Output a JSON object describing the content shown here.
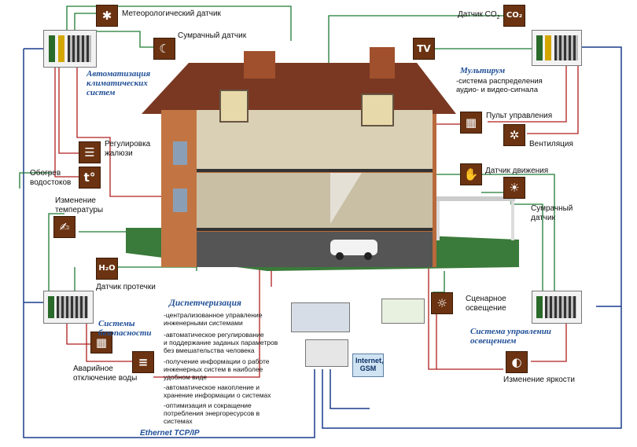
{
  "labels": {
    "meteo": "Метеорологический датчик",
    "twilight_top": "Сумрачный датчик",
    "co2": "Датчик CO",
    "co2_sub": "2",
    "climate_title": [
      "Автоматизация",
      "климатических",
      "систем"
    ],
    "multiroom_title": "Мультирум",
    "multiroom_desc": [
      "-система распределения",
      "аудио- и видео-сигнала"
    ],
    "remote": "Пульт управления",
    "ventilation": "Вентиляция",
    "blinds": [
      "Регулировка",
      "жалюзи"
    ],
    "gutter_heat": [
      "Обогрев",
      "водостоков"
    ],
    "temp_change": [
      "Изменение",
      "температуры"
    ],
    "motion": "Датчик движения",
    "twilight_right": [
      "Сумрачный",
      "датчик"
    ],
    "leak": "Датчик протечки",
    "security_title": [
      "Системы",
      "безопасности"
    ],
    "emergency_water": [
      "Аварийное",
      "отключение воды"
    ],
    "dispatch_title": "Диспетчеризация",
    "dispatch_items": [
      [
        "-централизованное управление",
        "инженерными системами"
      ],
      [
        "-автоматическое регулирование",
        "и поддержание заданых параметров",
        "без вмешательства человека"
      ],
      [
        "-получение информации о работе",
        "инженерных систем в наиболее",
        "удобном виде"
      ],
      [
        "-автоматическое накопление и",
        "хранение информации о системах"
      ],
      [
        "-оптимизация и сокращение",
        "потребления энергоресурсов в",
        "системах"
      ]
    ],
    "scenario_light": [
      "Сценарное",
      "освещение"
    ],
    "lighting_title": [
      "Система управлении",
      "освещением"
    ],
    "brightness": "Изменение яркости",
    "internet": [
      "Internet,",
      "GSM"
    ],
    "ethernet": "Ethernet TCP/IP"
  },
  "icons": {
    "weather": "✱",
    "moon": "☾",
    "co2": "CO₂",
    "tv": "TV",
    "thermo": "t°",
    "remote": "▦",
    "fan": "✲",
    "blinds": "☰",
    "person": "✋",
    "sun": "☀",
    "leak": "H₂O",
    "lamp": "☼",
    "dimmer": "◐",
    "hand": "✍",
    "valve": "≡"
  },
  "colors": {
    "icon_bg": "#6b3311",
    "green_wire": "#1e7a32",
    "blue_wire": "#1a3c8c",
    "red_wire": "#b01e1e",
    "title_blue": "#1f4e96"
  }
}
